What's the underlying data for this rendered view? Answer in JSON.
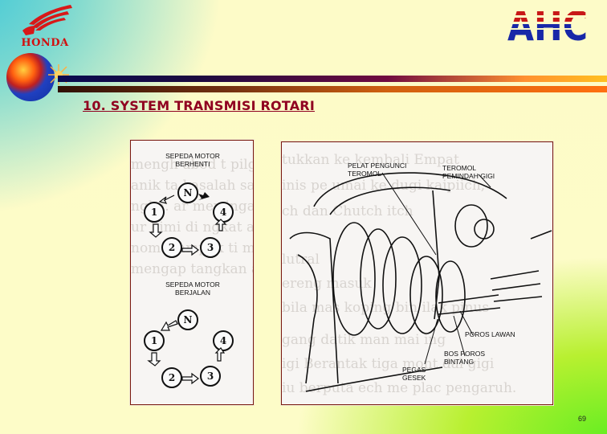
{
  "header": {
    "honda_logo_text": "HONDA",
    "ahc_logo_text": "AHC",
    "title": "10. SYSTEM TRANSMISI ROTARI"
  },
  "left_figure": {
    "top_diagram": {
      "caption_line1": "SEPEDA MOTOR",
      "caption_line2": "BERHENTI",
      "positions": [
        "N",
        "1",
        "2",
        "3",
        "4"
      ]
    },
    "bottom_diagram": {
      "caption_line1": "SEPEDA MOTOR",
      "caption_line2": "BERJALAN",
      "positions": [
        "N",
        "1",
        "2",
        "3",
        "4"
      ]
    }
  },
  "right_figure": {
    "labels": {
      "pelat_line1": "PELAT PENGUNCI",
      "pelat_line2": "TEROMOL",
      "teromol_line1": "TEROMOL",
      "teromol_line2": "PEMINDAH GIGI",
      "poros_lawan": "POROS LAWAN",
      "bos_line1": "BOS POROS",
      "bos_line2": "BINTANG",
      "pegas_line1": "PEGAS",
      "pegas_line2": "GESEK"
    }
  },
  "footer": {
    "page_number": "69"
  },
  "colors": {
    "title": "#900020",
    "panel_border": "#7a1a10",
    "honda_red": "#d01010",
    "ahc_red": "#c81818",
    "ahc_blue": "#1828a8"
  }
}
